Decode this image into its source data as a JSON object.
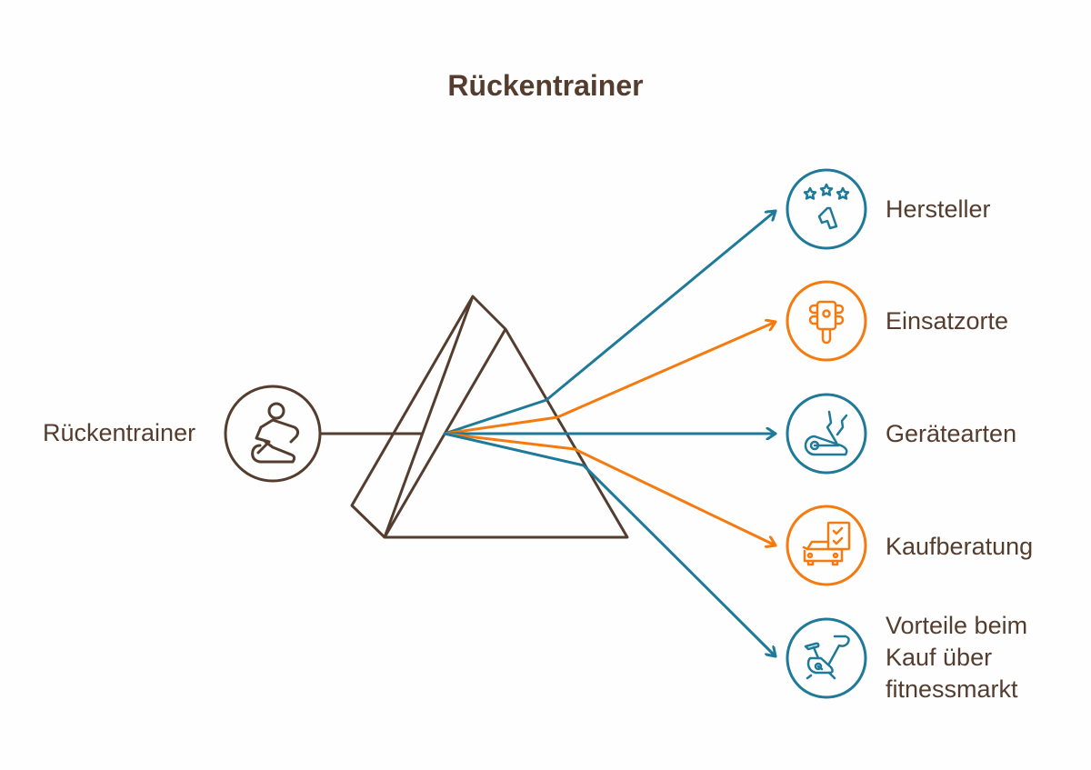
{
  "title": "Rückentrainer",
  "source": {
    "label": "Rückentrainer",
    "icon": "person-on-back-trainer-icon"
  },
  "colors": {
    "brown": "#543d2e",
    "teal": "#1e7a98",
    "orange": "#f57a0f"
  },
  "outputs": [
    {
      "label": "Hersteller",
      "icon": "stars-rating-icon",
      "color": "teal"
    },
    {
      "label": "Einsatzorte",
      "icon": "traffic-light-icon",
      "color": "orange"
    },
    {
      "label": "Gerätearten",
      "icon": "elliptical-trainer-icon",
      "color": "teal"
    },
    {
      "label": "Kaufberatung",
      "icon": "checklist-car-icon",
      "color": "orange"
    },
    {
      "label": "Vorteile beim Kauf über fitnessmarkt",
      "label_lines": [
        "Vorteile beim",
        "Kauf über",
        "fitnessmarkt"
      ],
      "icon": "exercise-bike-icon",
      "color": "teal"
    }
  ]
}
